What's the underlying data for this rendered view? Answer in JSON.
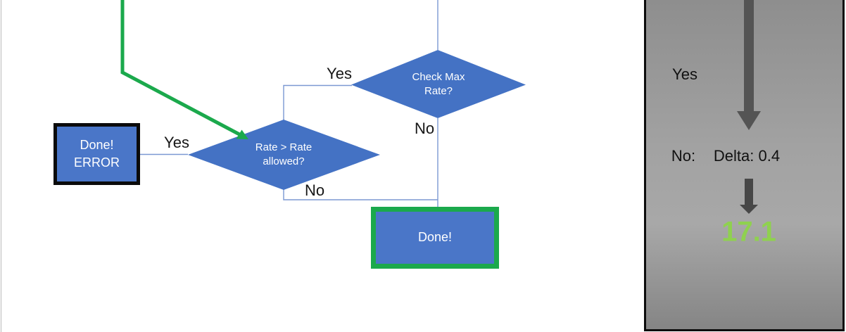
{
  "colors": {
    "shape_blue": "#4472C4",
    "connector_blue": "#7b98d2",
    "highlight_green": "#1ba94c",
    "result_green": "#8fd14f",
    "big_arrow_gray": "#545454",
    "small_arrow_gray": "#474747"
  },
  "flowchart": {
    "check_max_rate": {
      "line1": "Check Max",
      "line2": "Rate?"
    },
    "rate_allowed": {
      "line1": "Rate > Rate",
      "line2": "allowed?"
    },
    "done_error": {
      "line1": "Done!",
      "line2": "ERROR"
    },
    "done": {
      "label": "Done!"
    },
    "labels": {
      "check_yes": "Yes",
      "check_no": "No",
      "rate_yes": "Yes",
      "rate_no": "No"
    }
  },
  "side_panel": {
    "yes_label": "Yes",
    "no_label": "No:",
    "delta_text": "Delta: 0.4",
    "check_mark": "✓",
    "result_value": "17.1"
  }
}
